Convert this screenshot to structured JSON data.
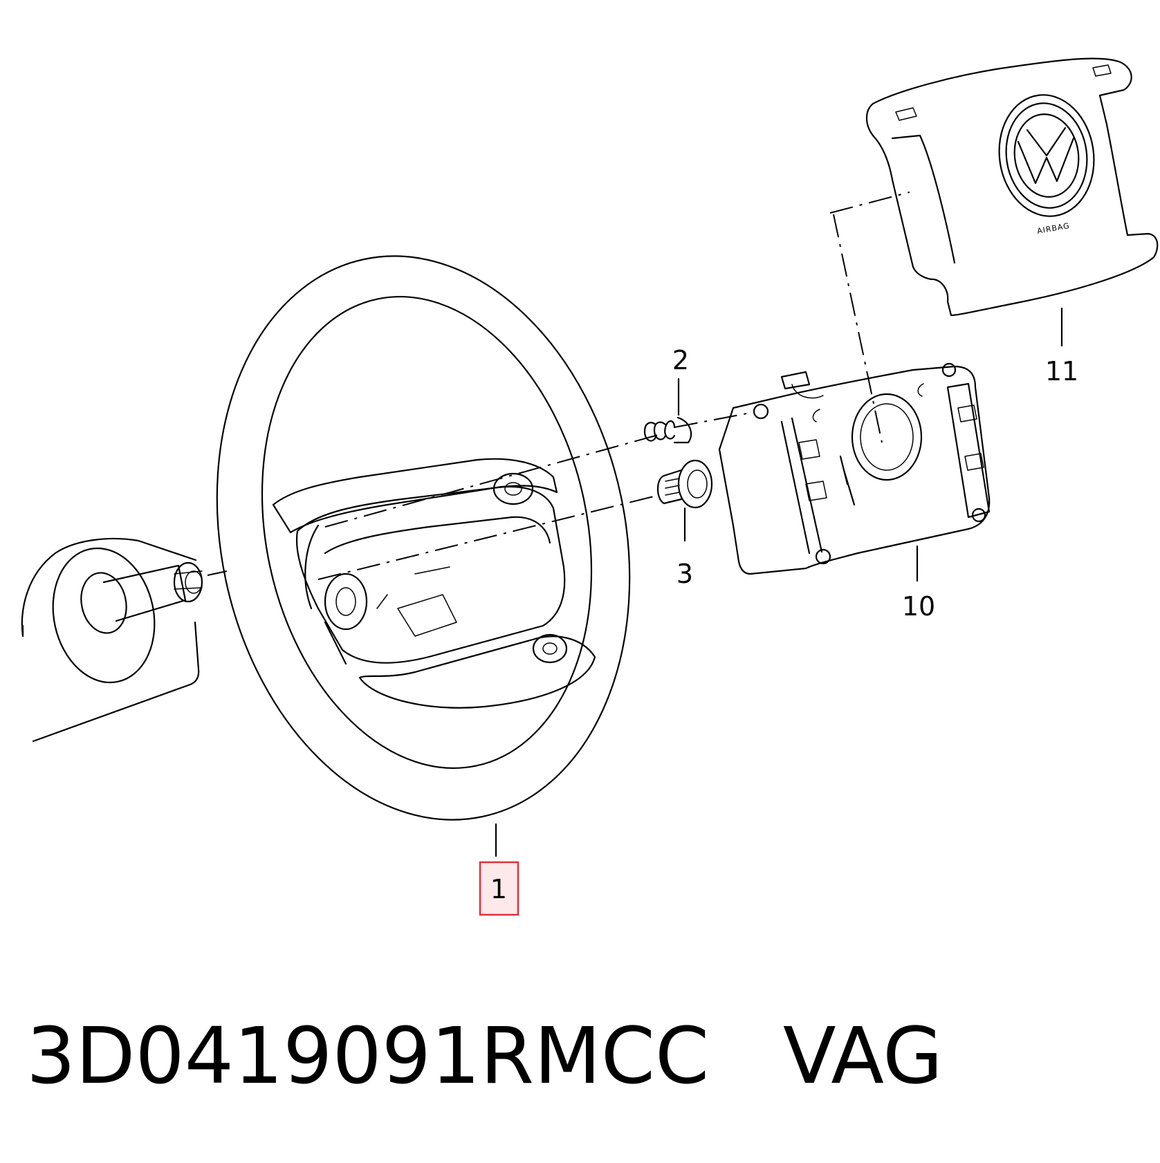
{
  "callouts": {
    "c1": "1",
    "c2": "2",
    "c3": "3",
    "c10": "10",
    "c11": "11"
  },
  "airbag_text": "AIRBAG",
  "highlight_color": "#e0303a",
  "part_title": "3D0419091RMCC   VAG"
}
